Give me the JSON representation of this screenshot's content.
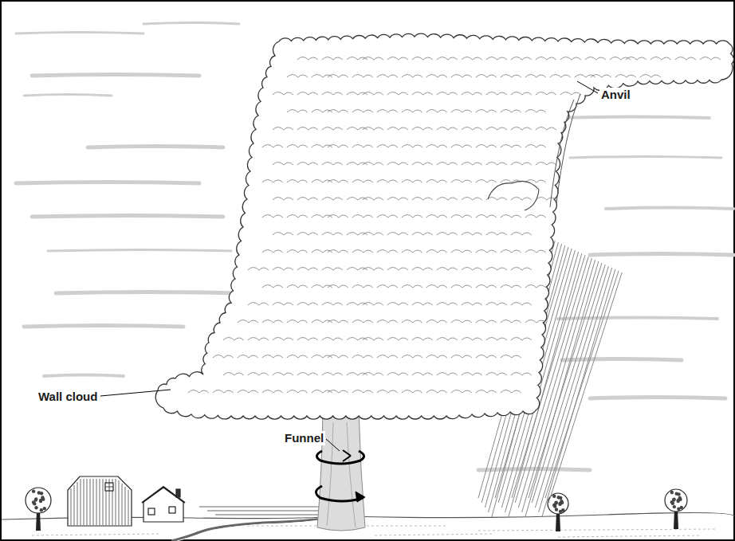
{
  "diagram": {
    "labels": [
      "Anvil",
      "Wall cloud",
      "Funnel"
    ]
  }
}
